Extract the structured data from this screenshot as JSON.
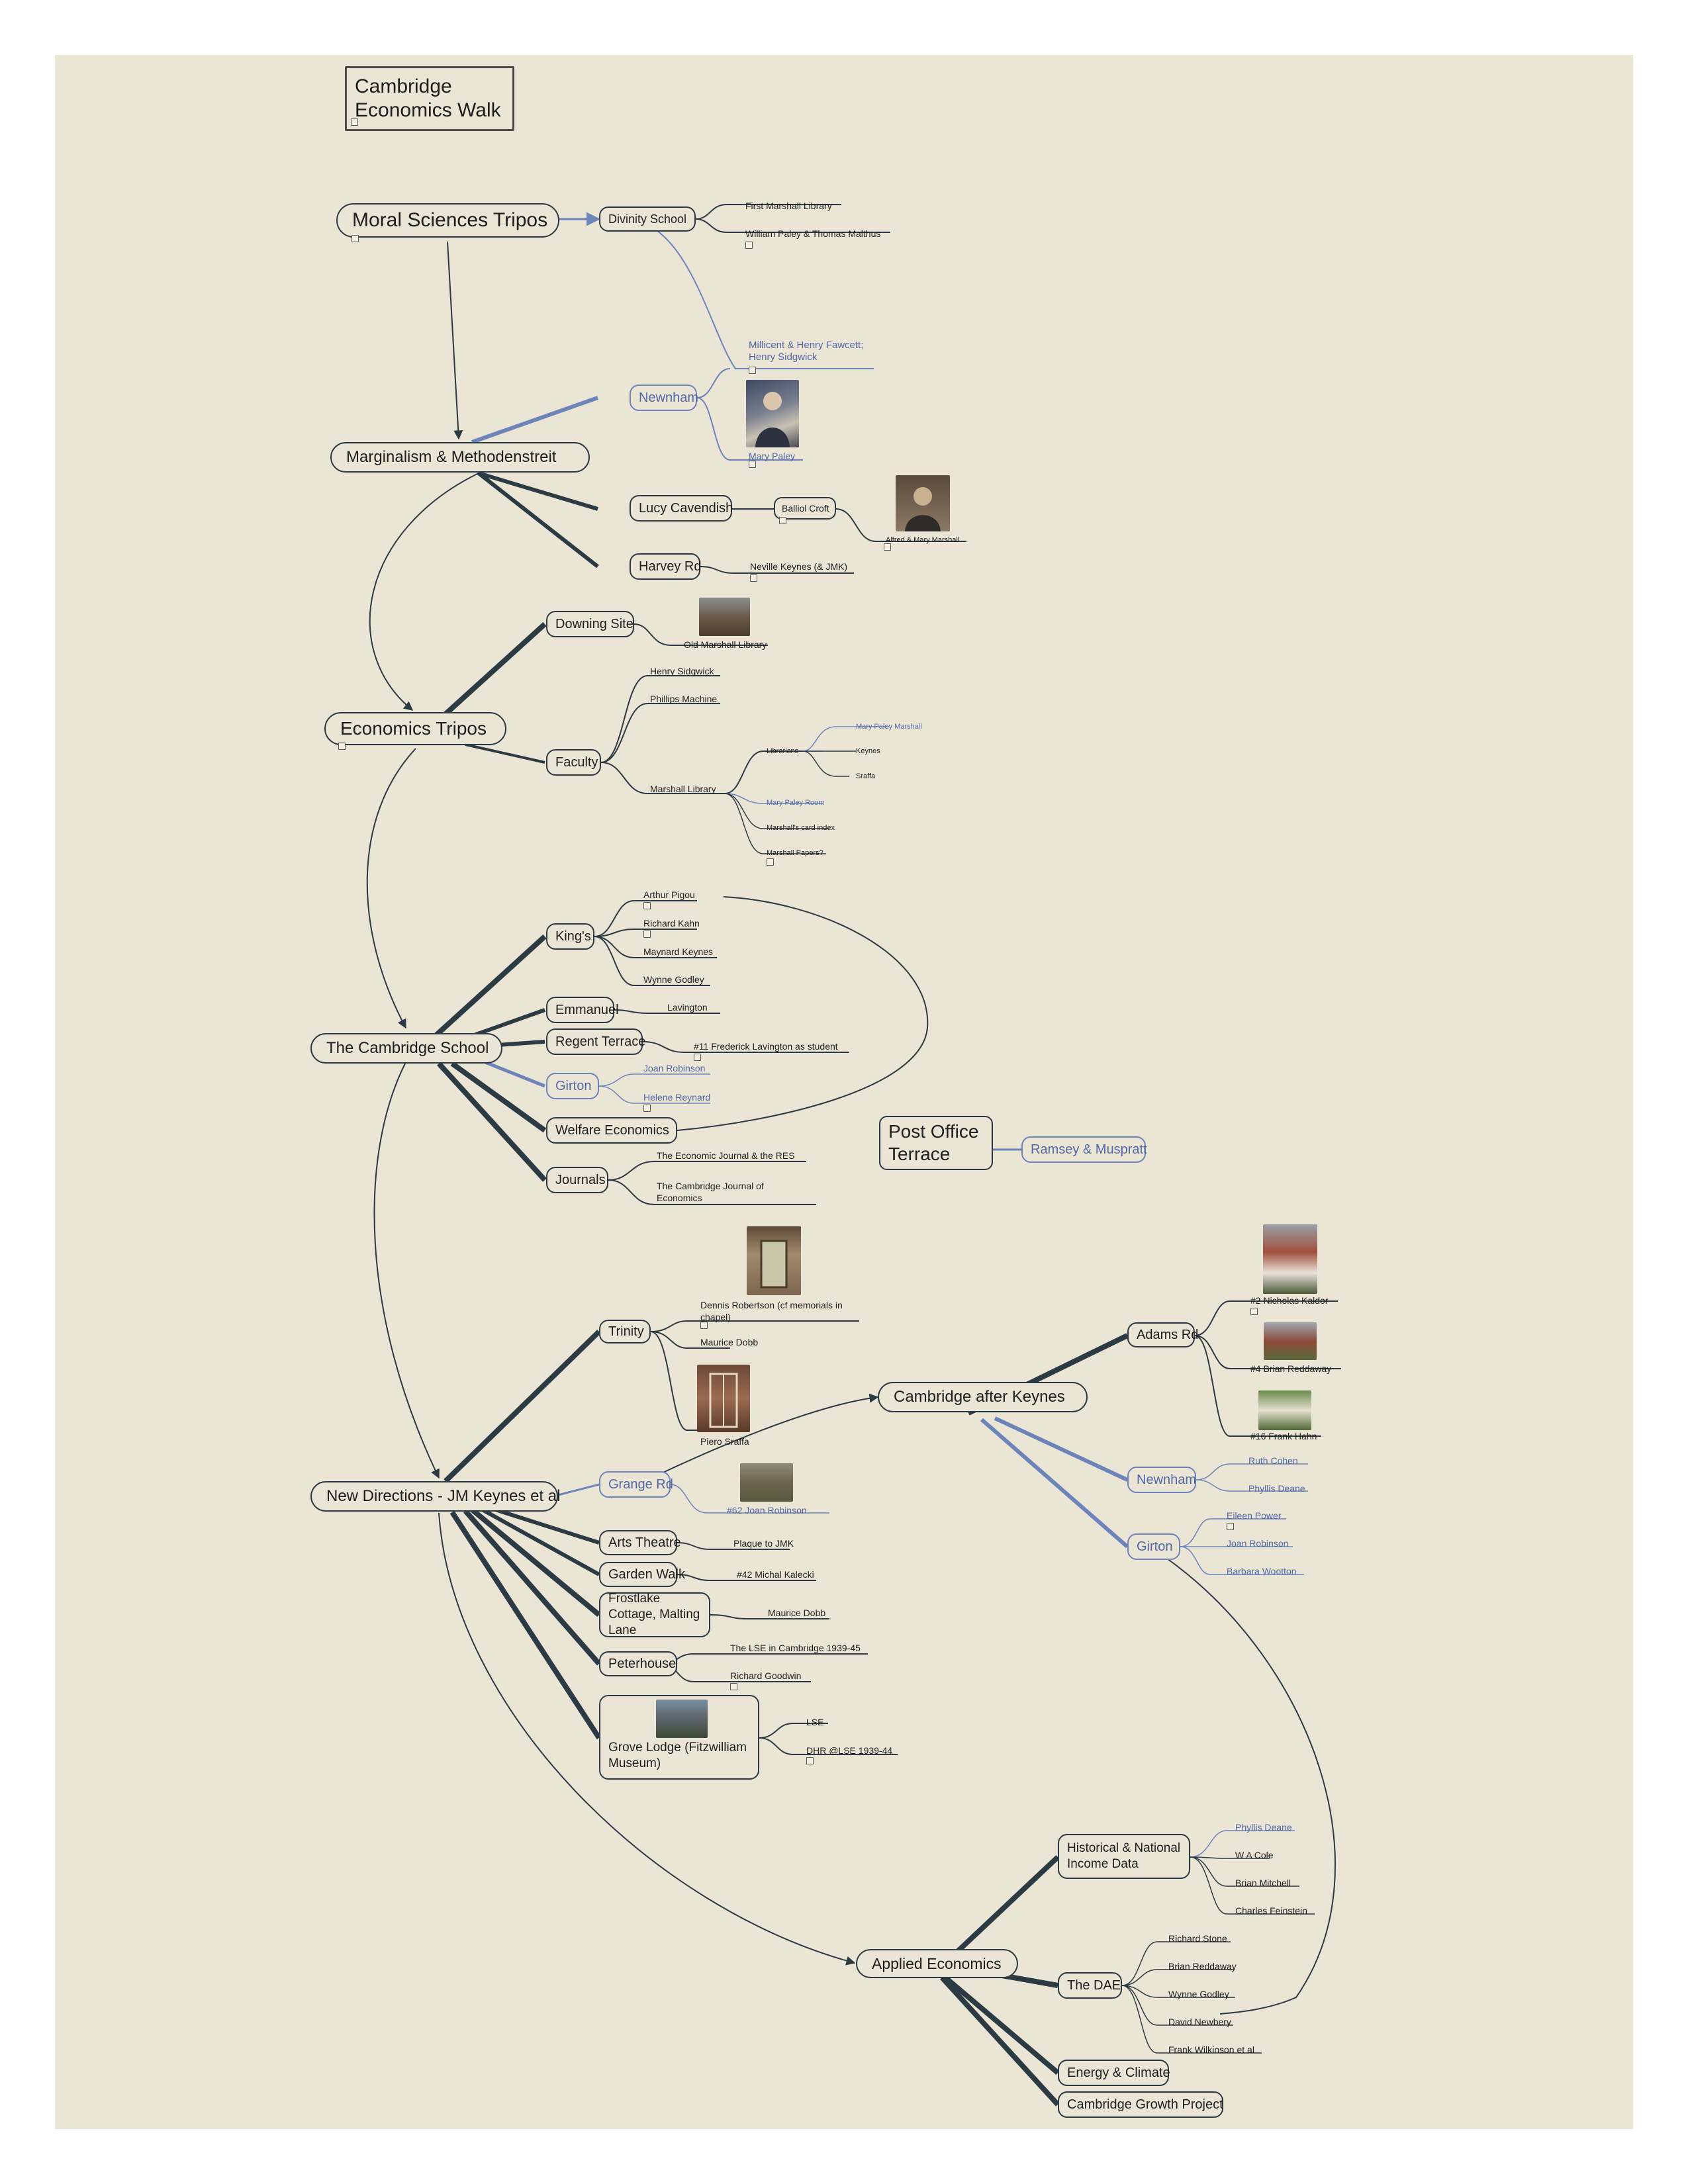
{
  "map": {
    "title": "Cambridge Economics Walk",
    "main_nodes": {
      "moral_sciences": "Moral Sciences Tripos",
      "marginalism": "Marginalism & Methodenstreit",
      "economics_tripos": "Economics Tripos",
      "cambridge_school": "The Cambridge School",
      "new_directions": "New Directions - JM Keynes et al",
      "after_keynes": "Cambridge after Keynes",
      "applied": "Applied Economics",
      "post_office": "Post Office Terrace"
    },
    "moral_sciences": {
      "divinity_school": "Divinity School",
      "first_marshall_library": "First Marshall Library",
      "paley_malthus": "William Paley & Thomas Malthus",
      "fawcett_sidgwick": "Millicent & Henry Fawcett; Henry Sidgwick"
    },
    "marginalism": {
      "newnham": "Newnham",
      "mary_paley": "Mary Paley",
      "lucy_cavendish": "Lucy Cavendish",
      "balliol_croft": "Balliol Croft",
      "alfred_mary_marshall": "Alfred & Mary Marshall",
      "harvey_rd": "Harvey Rd",
      "neville_keynes": "Neville Keynes (& JMK)"
    },
    "economics_tripos": {
      "downing_site": "Downing Site",
      "old_marshall_library": "Old Marshall Library",
      "faculty": "Faculty",
      "henry_sidgwick": "Henry Sidgwick",
      "phillips_machine": "Phillips Machine",
      "marshall_library": "Marshall Library",
      "librarians": "Librarians",
      "mary_paley_marshall": "Mary Paley Marshall",
      "keynes": "Keynes",
      "sraffa": "Sraffa",
      "mary_paley_room": "Mary Paley Room",
      "card_index": "Marshall's card index",
      "marshall_papers": "Marshall Papers?"
    },
    "cambridge_school": {
      "kings": "King's",
      "pigou": "Arthur Pigou",
      "kahn": "Richard Kahn",
      "maynard_keynes": "Maynard Keynes",
      "godley": "Wynne Godley",
      "emmanuel": "Emmanuel",
      "lavington": "Lavington",
      "regent_terrace": "Regent Terrace",
      "lavington_student": "#11 Frederick Lavington as student",
      "girton": "Girton",
      "joan_robinson": "Joan Robinson",
      "helene_reynard": "Helene Reynard",
      "welfare": "Welfare Economics",
      "journals": "Journals",
      "ej_res": "The Economic Journal & the RES",
      "cje": "The Cambridge Journal of Economics"
    },
    "post_office": {
      "ramsey": "Ramsey & Muspratt"
    },
    "new_directions": {
      "trinity": "Trinity",
      "robertson": "Dennis Robertson (cf memorials in chapel)",
      "dobb": "Maurice Dobb",
      "sraffa": "Piero Sraffa",
      "grange_rd": "Grange Rd",
      "joan_robinson_62": "#62 Joan Robinson",
      "arts_theatre": "Arts Theatre",
      "plaque": "Plaque to JMK",
      "garden_walk": "Garden Walk",
      "kalecki": "#42 Michal Kalecki",
      "frostlake": "Frostlake Cottage, Malting Lane",
      "frostlake_dobb": "Maurice Dobb",
      "peterhouse": "Peterhouse",
      "lse_cambridge": "The LSE in Cambridge 1939-45",
      "goodwin": "Richard Goodwin",
      "grove_lodge": "Grove Lodge (Fitzwilliam Museum)",
      "lse": "LSE",
      "dhr_lse": "DHR @LSE 1939-44"
    },
    "after_keynes": {
      "adams_rd": "Adams Rd",
      "kaldor": "#2 Nicholas Kaldor",
      "reddaway": "#4 Brian Reddaway",
      "hahn": "#16 Frank Hahn",
      "newnham": "Newnham",
      "cohen": "Ruth Cohen",
      "deane": "Phyllis Deane",
      "girton": "Girton",
      "power": "Eileen Power",
      "robinson": "Joan Robinson",
      "wootton": "Barbara Wootton"
    },
    "applied": {
      "historical": "Historical & National Income Data",
      "deane": "Phyllis Deane",
      "cole": "W A Cole",
      "mitchell": "Brian Mitchell",
      "feinstein": "Charles Feinstein",
      "dae": "The DAE",
      "stone": "Richard Stone",
      "reddaway": "Brian Reddaway",
      "godley": "Wynne Godley",
      "newbery": "David Newbery",
      "wilkinson": "Frank Wilkinson et al",
      "energy": "Energy & Climate",
      "growth": "Cambridge Growth Project"
    }
  },
  "colors": {
    "background": "#ebe5d5",
    "line": "#2b3a43",
    "accent_blue": "#6d84b8"
  }
}
